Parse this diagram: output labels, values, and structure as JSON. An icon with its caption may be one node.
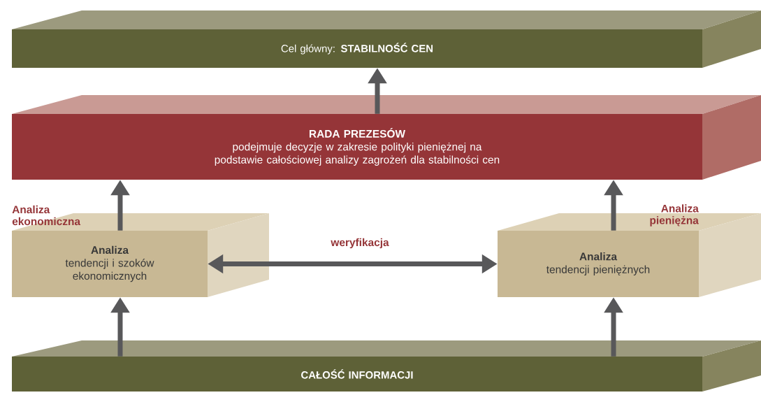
{
  "diagram": {
    "nodes": [
      {
        "text": [
          "Cel główny: **STABILNOŚĆ CEN**"
        ]
      },
      {
        "text": [
          "RADA PREZESÓW",
          "podejmuje decyzje w zakresie polityki pieniężnej na podstawie całościowej analizy zagrożeń dla stabilności cen"
        ]
      },
      {
        "text": [
          "Analiza",
          "tendencji i szoków ekonomicznych"
        ],
        "beside": [
          "Analiza ekonomiczna"
        ]
      },
      {
        "text": [
          "Analiza",
          "tendencji pieniężnych"
        ],
        "beside": [
          "Analiza pieniężna"
        ]
      },
      {
        "text": [
          "CAŁOŚĆ INFORMACJI"
        ]
      }
    ],
    "edges": [
      {
        "from": 1,
        "to": 0,
        "arrow": "to"
      },
      {
        "from": 2,
        "to": 1,
        "arrow": "to"
      },
      {
        "from": 3,
        "to": 1,
        "arrow": "to"
      },
      {
        "from": 2,
        "to": 3,
        "arrow": "both",
        "label": "weryfikacja"
      },
      {
        "from": 4,
        "to": 2,
        "arrow": "to"
      },
      {
        "from": 4,
        "to": 3,
        "arrow": "to"
      }
    ]
  }
}
